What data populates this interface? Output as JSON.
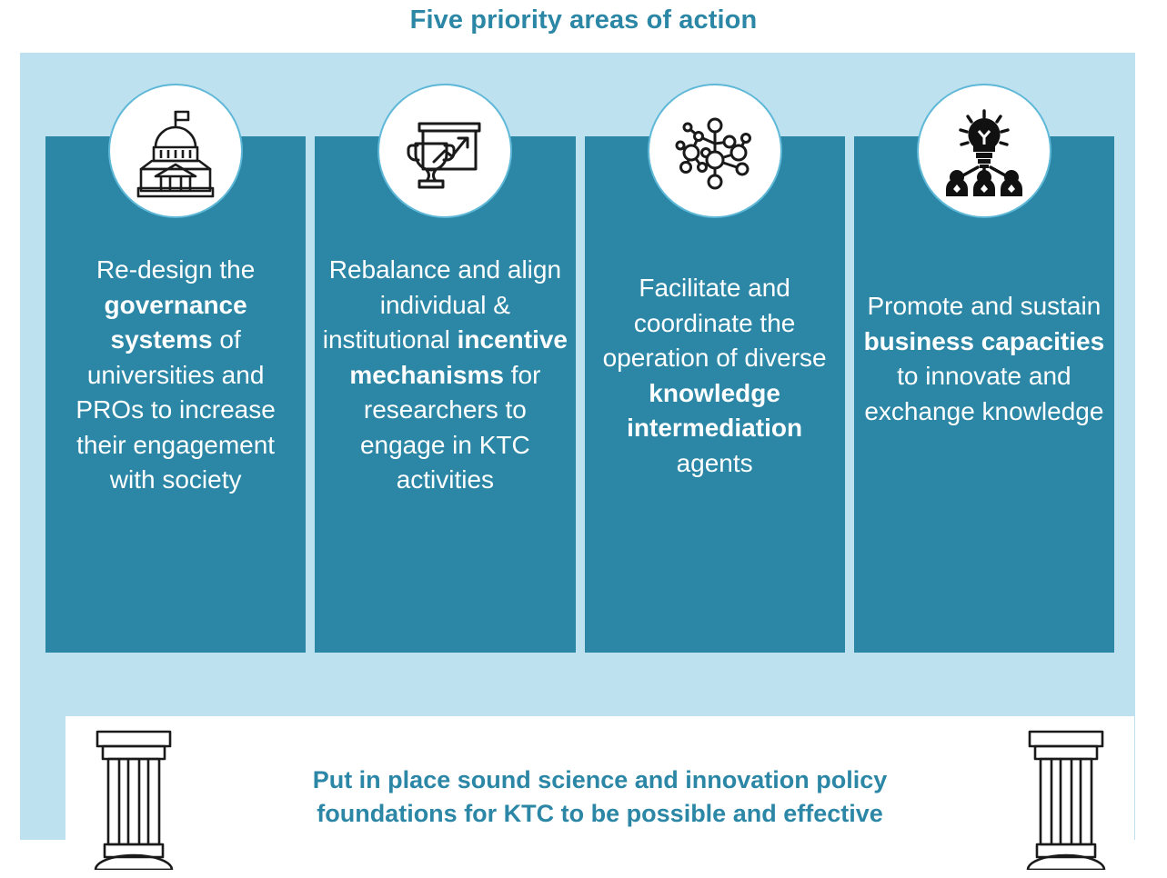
{
  "title": "Five priority areas of action",
  "colors": {
    "accent_teal": "#2B87A5",
    "panel_light_blue": "#BEE1EF",
    "circle_border": "#5FB8D8",
    "text_on_teal": "#FFFFFF",
    "banner_background": "#FFFFFF"
  },
  "columns": [
    {
      "icon": "government-building-icon",
      "text_parts": [
        {
          "text": "Re-design the ",
          "bold": false
        },
        {
          "text": "governance systems",
          "bold": true
        },
        {
          "text": " of universities and PROs to increase their engagement with society",
          "bold": false
        }
      ],
      "plain_text": "Re-design the governance systems of universities and PROs to increase their engagement with society"
    },
    {
      "icon": "trophy-growth-chart-icon",
      "text_parts": [
        {
          "text": "Rebalance and align individual & institutional ",
          "bold": false
        },
        {
          "text": "incentive mechanisms",
          "bold": true
        },
        {
          "text": " for researchers to engage in KTC activities",
          "bold": false
        }
      ],
      "plain_text": "Rebalance and align individual & institutional incentive mechanisms for researchers to engage in KTC activities"
    },
    {
      "icon": "network-nodes-icon",
      "text_parts": [
        {
          "text": "Facilitate and coordinate the operation of diverse ",
          "bold": false
        },
        {
          "text": "knowledge intermediation",
          "bold": true
        },
        {
          "text": " agents",
          "bold": false
        }
      ],
      "plain_text": "Facilitate and coordinate the operation of diverse knowledge intermediation agents"
    },
    {
      "icon": "lightbulb-people-icon",
      "text_parts": [
        {
          "text": "Promote and sustain ",
          "bold": false
        },
        {
          "text": "business capacities",
          "bold": true
        },
        {
          "text": " to innovate and exchange knowledge",
          "bold": false
        }
      ],
      "plain_text": "Promote and sustain business capacities to innovate and exchange knowledge"
    }
  ],
  "foundation": {
    "icon_left": "pillar-column-icon",
    "icon_right": "pillar-column-icon",
    "line1": "Put in place sound science and innovation policy",
    "line2": "foundations for KTC to be possible and effective"
  }
}
